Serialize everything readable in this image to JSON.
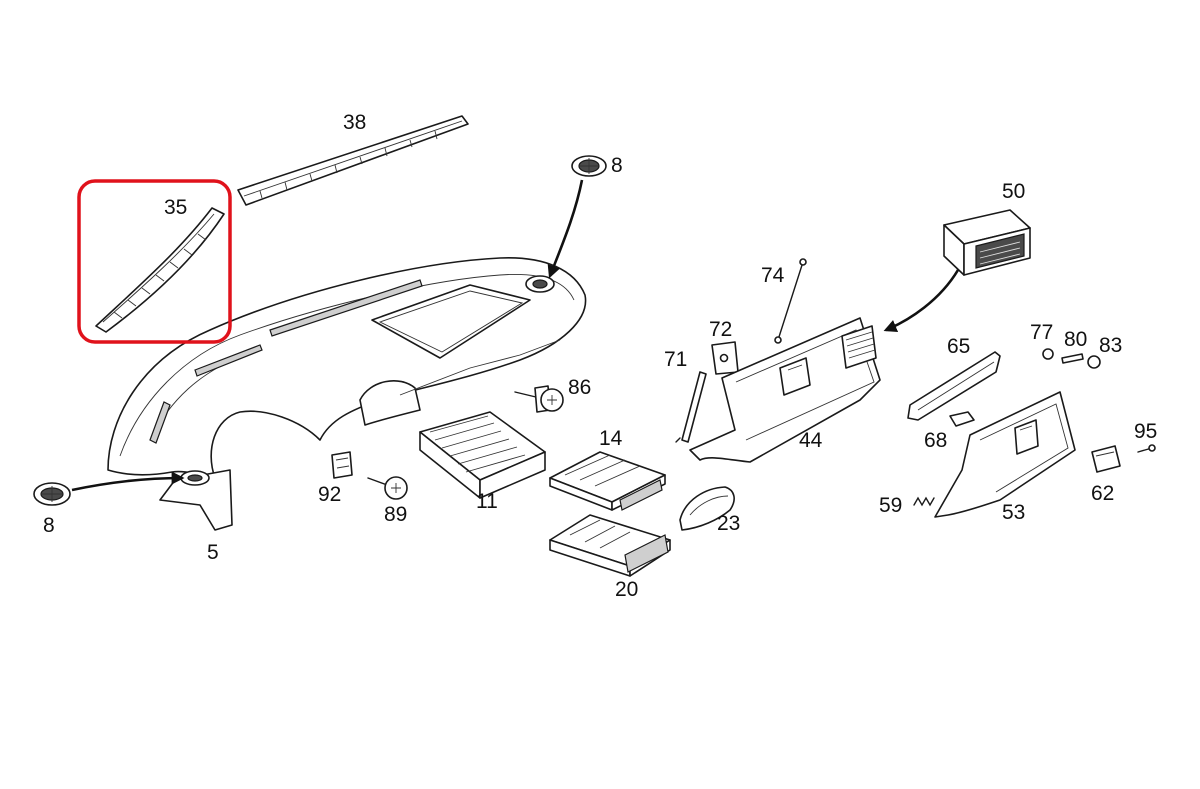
{
  "labels": {
    "p38": "38",
    "p35": "35",
    "p8_top": "8",
    "p8_left": "8",
    "p50": "50",
    "p74": "74",
    "p72": "72",
    "p71": "71",
    "p77": "77",
    "p80": "80",
    "p83": "83",
    "p65": "65",
    "p86": "86",
    "p14": "14",
    "p44": "44",
    "p68": "68",
    "p95": "95",
    "p92": "92",
    "p89": "89",
    "p11": "11",
    "p23": "23",
    "p59": "59",
    "p53": "53",
    "p62": "62",
    "p5": "5",
    "p20": "20"
  },
  "colors": {
    "highlight": "#e0121b",
    "ink": "#1a1a1a"
  }
}
